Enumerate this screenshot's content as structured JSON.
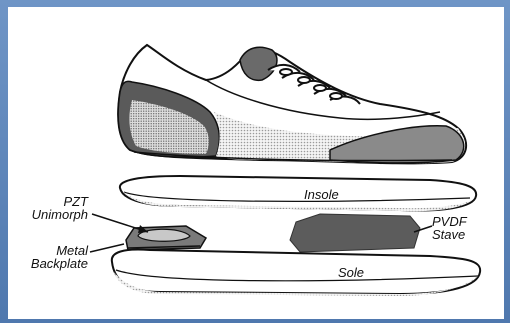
{
  "labels": {
    "pzt_line1": "PZT",
    "pzt_line2": "Unimorph",
    "metal_line1": "Metal",
    "metal_line2": "Backplate",
    "insole": "Insole",
    "sole": "Sole",
    "pvdf_line1": "PVDF",
    "pvdf_line2": "Stave"
  }
}
